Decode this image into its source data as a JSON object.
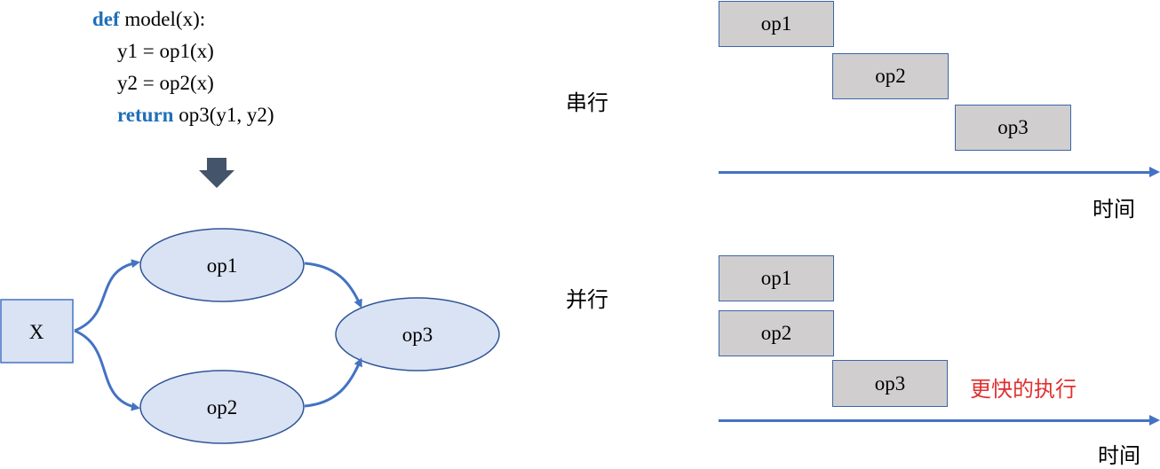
{
  "code": {
    "line1_kw": "def",
    "line1_rest": " model(x):",
    "line2": "y1 = op1(x)",
    "line3": "y2 = op2(x)",
    "line4_kw": "return",
    "line4_rest": " op3(y1, y2)"
  },
  "graph": {
    "input_label": "X",
    "node1": "op1",
    "node2": "op2",
    "node3": "op3"
  },
  "serial": {
    "label": "串行",
    "op1": "op1",
    "op2": "op2",
    "op3": "op3",
    "time_label": "时间"
  },
  "parallel": {
    "label": "并行",
    "op1": "op1",
    "op2": "op2",
    "op3": "op3",
    "time_label": "时间",
    "note": "更快的执行"
  },
  "colors": {
    "keyword": "#1f6fb8",
    "box_fill": "#d0cece",
    "ellipse_fill": "#dae3f3",
    "accent_blue": "#4472c4",
    "note_red": "#e03030",
    "down_arrow": "#44546a"
  }
}
